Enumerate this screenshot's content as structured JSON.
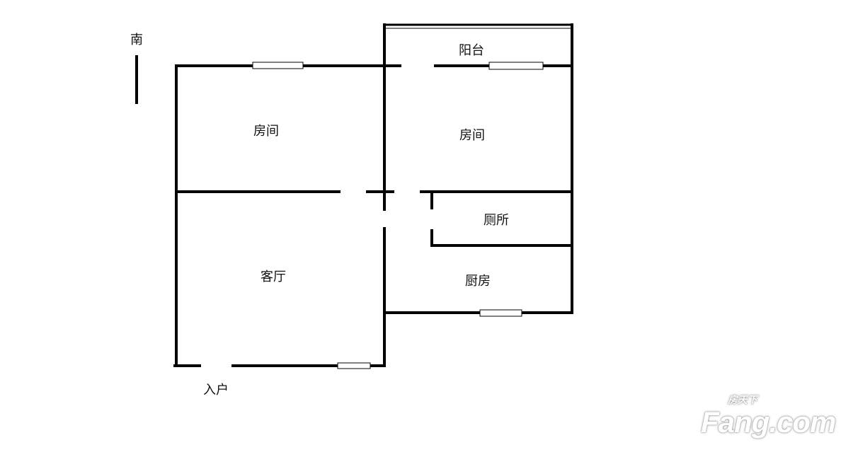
{
  "compass": {
    "direction": "南"
  },
  "rooms": {
    "balcony": "阳台",
    "bedroom_left": "房间",
    "bedroom_right": "房间",
    "toilet": "厕所",
    "living_room": "客厅",
    "kitchen": "厨房",
    "entrance": "入户"
  },
  "watermark": {
    "cn": "房天下",
    "en": "Fang.com"
  }
}
